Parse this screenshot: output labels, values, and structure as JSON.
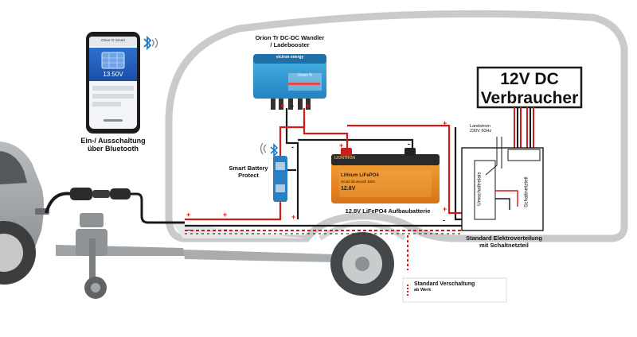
{
  "phone": {
    "status_bar": "Orion-Tr Smart",
    "voltage": "13.50V",
    "caption_line1": "Ein-/ Ausschaltung",
    "caption_line2": "über Bluetooth"
  },
  "orion": {
    "title_line1": "Orion Tr DC-DC Wandler",
    "title_line2": "/ Ladebooster",
    "brand": "victron energy",
    "model": "Orion-Tr"
  },
  "smart_battery_protect": {
    "label_line1": "Smart Battery",
    "label_line2": "Protect"
  },
  "battery": {
    "brand": "LIONTRON",
    "face_title": "Lithium LiFePO4",
    "face_sub": "Smart Bluetooth BMS",
    "face_voltage": "12.8V",
    "caption": "12.8V LiFePO4  Aufbaubatterie"
  },
  "consumer_box": {
    "line1": "12V DC",
    "line2": "Verbraucher"
  },
  "distribution": {
    "landstrom_line1": "Landstrom",
    "landstrom_line2": "230V 50Hz",
    "relay_label": "Umschaltrelais",
    "psu_label": "Schaltnetzteil",
    "caption_line1": "Standard Elektroverteilung",
    "caption_line2": "mit Schaltnetzteil"
  },
  "legend": {
    "line1": "Standard Verschaltung",
    "line2": "ab Werk"
  },
  "polarity": {
    "plus": "+",
    "minus": "-"
  },
  "colors": {
    "positive_wire": "#d11a1a",
    "negative_wire": "#1a1a1a",
    "factory_wiring": "#d11a1a",
    "orion_blue": "#2f9bd6",
    "battery_orange": "#e8891f",
    "sbp_blue": "#2a7fc2",
    "bluetooth_blue": "#1f78c8"
  },
  "icons": [
    "bluetooth-icon",
    "wifi-signal-icon"
  ]
}
